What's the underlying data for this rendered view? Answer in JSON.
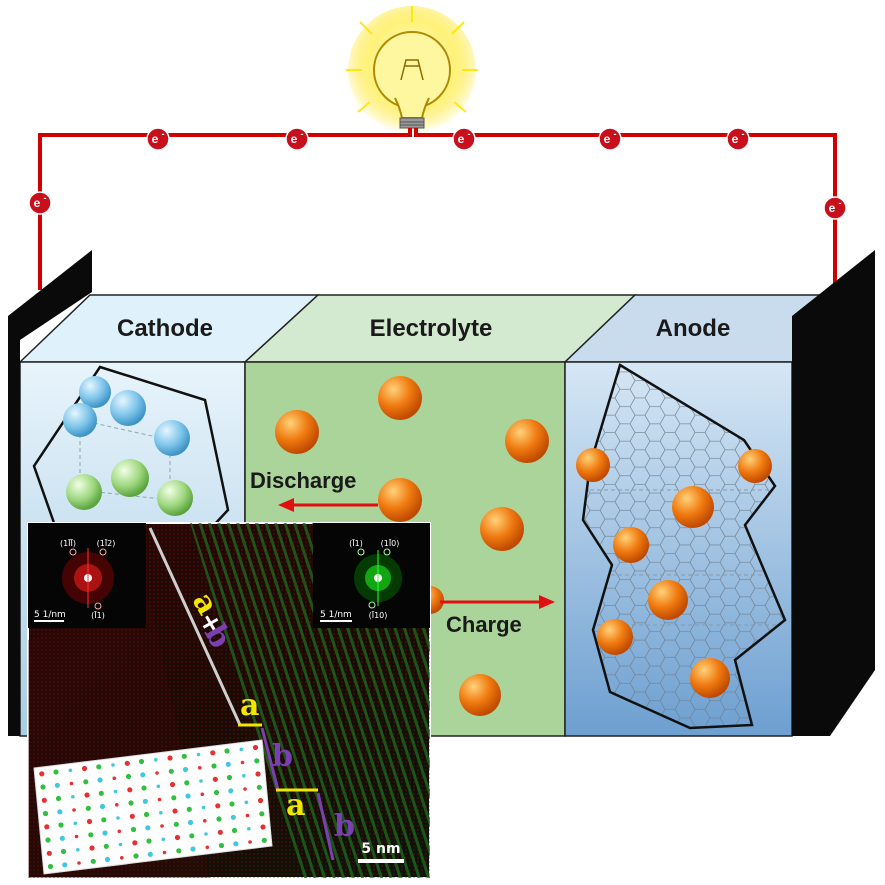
{
  "labels": {
    "cathode": "Cathode",
    "electrolyte": "Electrolyte",
    "anode": "Anode",
    "discharge": "Discharge",
    "charge": "Charge"
  },
  "electron": {
    "base": "e",
    "sup": "-"
  },
  "inset": {
    "fft_left": {
      "spots": [
        "(1ĪĪ)",
        "(1Ī2)",
        "(Ī1)"
      ],
      "scale": "5 1/nm"
    },
    "fft_right": {
      "spots": [
        "(Ī1)",
        "(1Ī0)",
        "(Ī10)"
      ],
      "scale": "5 1/nm"
    },
    "markers": {
      "a_plus": "a",
      "plus": "+",
      "b_plus": "b",
      "a": "a",
      "b": "b"
    },
    "scale_bar": "5 nm"
  },
  "colors": {
    "wire": "#d10000",
    "electron_fill": "#c8101c",
    "ion": "#f07a10",
    "cathode_top": "#dff2fb",
    "electrolyte_top": "#d4ead0",
    "anode_top": "#c9dcee",
    "electrolyte_front": "#aad49a",
    "arrow": "#e01010",
    "marker_a": "#f2e600",
    "marker_b": "#7a3fb0"
  }
}
